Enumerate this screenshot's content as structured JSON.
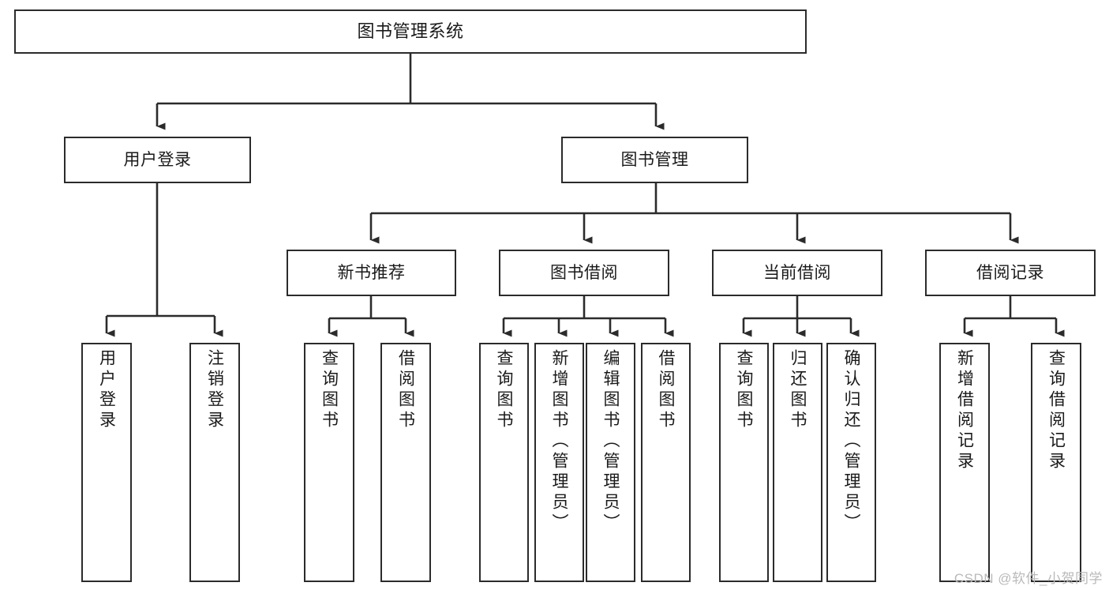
{
  "diagram": {
    "title": "图书管理系统",
    "watermark": "CSDN @软件_小贺同学",
    "line_color": "#2b2b2b",
    "box_fill": "#ffffff",
    "text_color": "#1a1a1a",
    "watermark_color": "#b9b9b9"
  },
  "nodes": {
    "root": {
      "label": "图书管理系统"
    },
    "level2": [
      {
        "label": "用户登录"
      },
      {
        "label": "图书管理"
      }
    ],
    "level3": [
      {
        "label": "新书推荐"
      },
      {
        "label": "图书借阅"
      },
      {
        "label": "当前借阅"
      },
      {
        "label": "借阅记录"
      }
    ],
    "leaves_user_login": [
      {
        "label": "用户登录"
      },
      {
        "label": "注销登录"
      }
    ],
    "leaves_new_book": [
      {
        "label": "查询图书"
      },
      {
        "label": "借阅图书"
      }
    ],
    "leaves_borrow": [
      {
        "label": "查询图书"
      },
      {
        "label": "新增图书（管理员）"
      },
      {
        "label": "编辑图书（管理员）"
      },
      {
        "label": "借阅图书"
      }
    ],
    "leaves_current": [
      {
        "label": "查询图书"
      },
      {
        "label": "归还图书"
      },
      {
        "label": "确认归还（管理员）"
      }
    ],
    "leaves_record": [
      {
        "label": "新增借阅记录"
      },
      {
        "label": "查询借阅记录"
      }
    ]
  }
}
